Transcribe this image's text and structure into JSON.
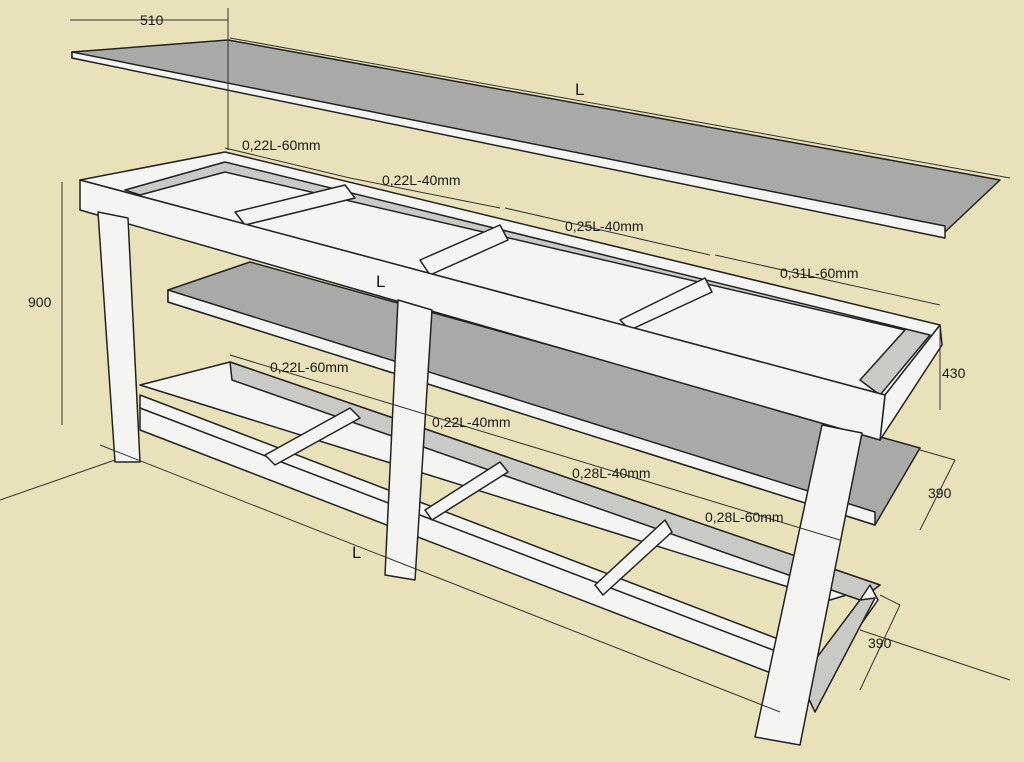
{
  "title": "Workbench construction drawing",
  "dimensions": {
    "top_depth": "510",
    "top_length": "L",
    "upper_seg1": "0,22L-60mm",
    "upper_seg2": "0,22L-40mm",
    "upper_seg3": "0,25L-40mm",
    "upper_seg4": "0,31L-60mm",
    "frame_length": "L",
    "height": "900",
    "upper_depth": "430",
    "lower_seg1": "0,22L-60mm",
    "lower_seg2": "0,22L-40mm",
    "lower_seg3": "0,28L-40mm",
    "lower_seg4": "0,28L-60mm",
    "shelf_depth": "390",
    "lower_length": "L",
    "lower_depth": "390"
  },
  "colors": {
    "background": "#e9e1b9",
    "wood": "#f4f4f2",
    "board": "#a9a9a7"
  }
}
